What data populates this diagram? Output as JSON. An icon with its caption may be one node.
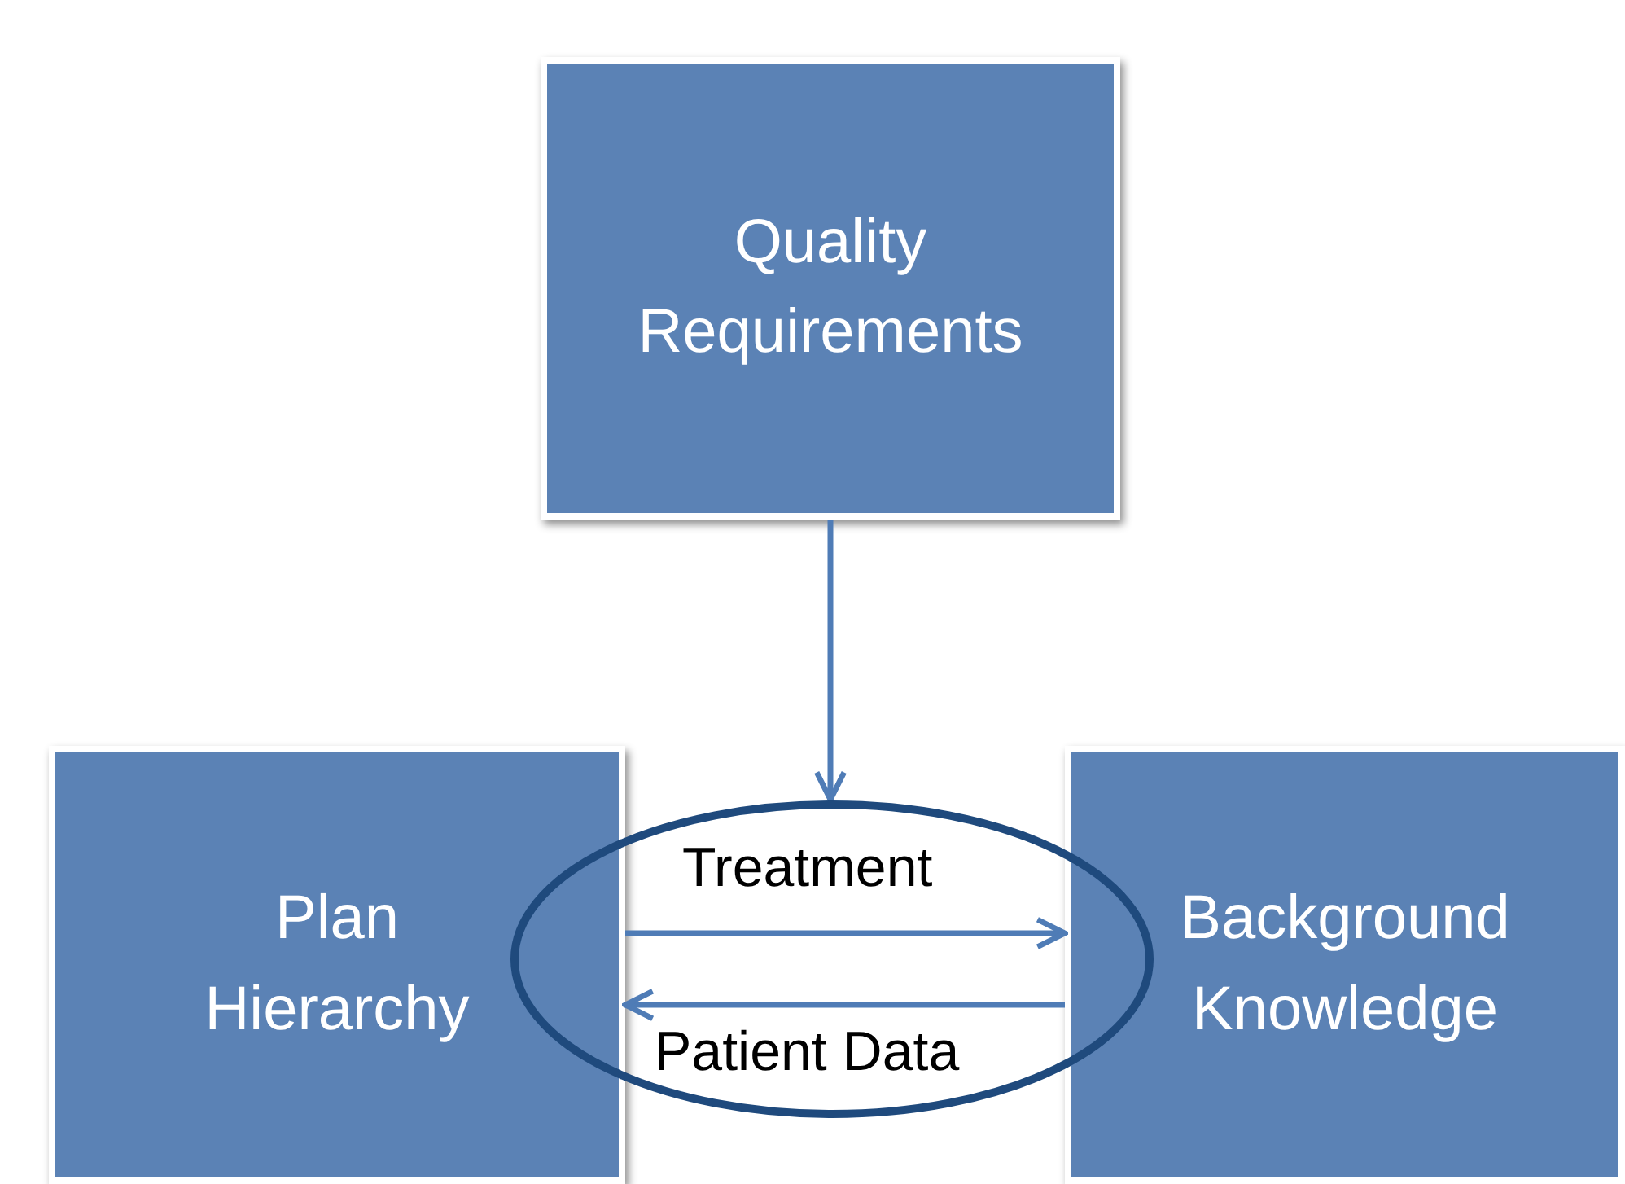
{
  "diagram": {
    "nodes": [
      {
        "text": [
          "Quality Requirements"
        ]
      },
      {
        "text": [
          "Plan Hierarchy"
        ]
      },
      {
        "text": [
          "Background Knowledge"
        ]
      }
    ],
    "edges": [
      {
        "from": 0,
        "to": null,
        "arrow": "to"
      },
      {
        "from": 1,
        "to": 2,
        "arrow": "to",
        "label": "Treatment"
      },
      {
        "from": 2,
        "to": 1,
        "arrow": "to",
        "label": "Patient Data"
      }
    ]
  }
}
